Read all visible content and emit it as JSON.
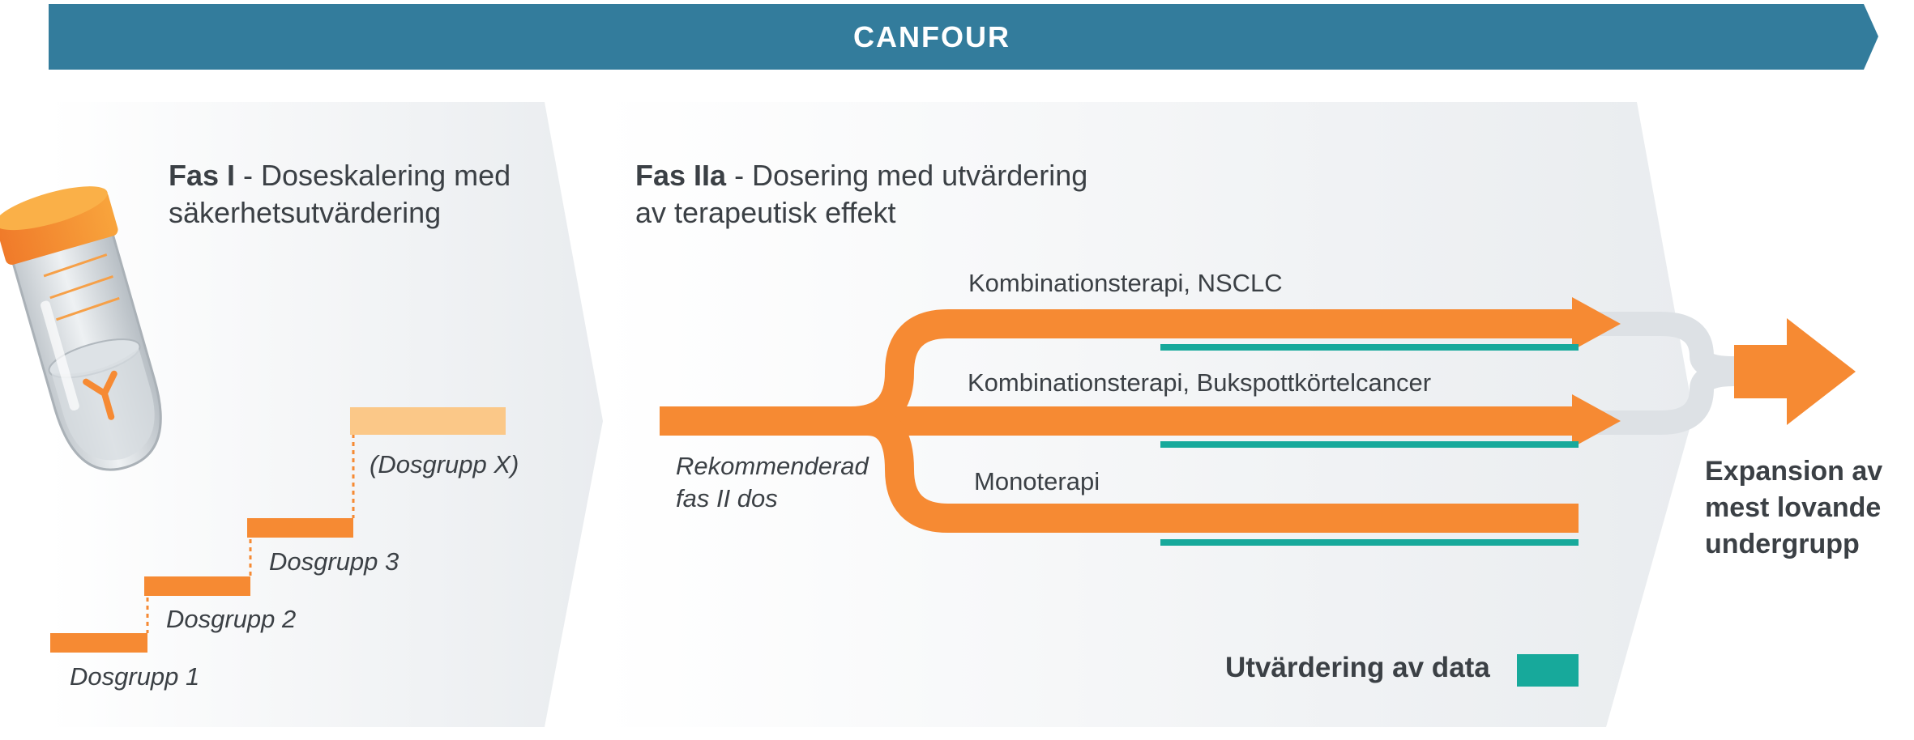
{
  "banner": {
    "title": "CANFOUR"
  },
  "phase1": {
    "title_bold": "Fas I",
    "title_line1": " - Doseskalering med",
    "title_line2": "säkerhetsutvärdering",
    "steps": [
      "Dosgrupp 1",
      "Dosgrupp 2",
      "Dosgrupp 3",
      "(Dosgrupp X)"
    ]
  },
  "phase2": {
    "title_bold": "Fas IIa",
    "title_line1": " - Dosering med utvärdering",
    "title_line2": "av terapeutisk effekt",
    "start_label_line1": "Rekommenderad",
    "start_label_line2": "fas II dos",
    "branches": [
      "Kombinationsterapi, NSCLC",
      "Kombinationsterapi, Bukspottkörtelcancer",
      "Monoterapi"
    ]
  },
  "expansion": {
    "line1": "Expansion av",
    "line2": "mest lovande",
    "line3": "undergrupp"
  },
  "legend": {
    "label": "Utvärdering av data"
  },
  "colors": {
    "banner": "#337c9c",
    "orange": "#f68a33",
    "light_orange": "#fbc888",
    "teal": "#17a99b",
    "panel": "#eef1f3",
    "connector": "#dde1e5",
    "text": "#3b4045"
  }
}
